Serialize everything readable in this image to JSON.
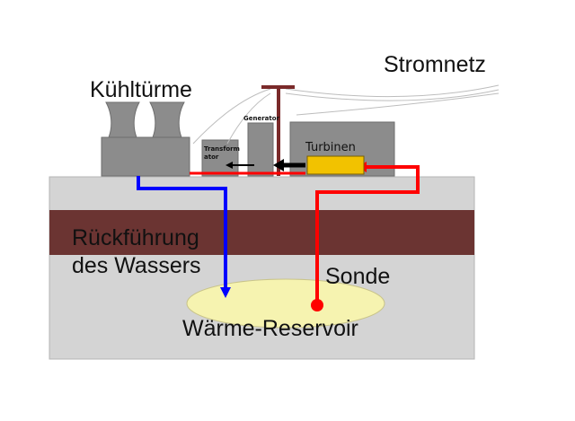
{
  "labels": {
    "stromnetz": "Stromnetz",
    "kuehltuerme": "Kühltürme",
    "generator": "Generator",
    "transformator_line1": "Transform",
    "transformator_line2": "ator",
    "turbinen": "Turbinen",
    "rueckfuehrung_line1": "Rückführung",
    "rueckfuehrung_line2": "des Wassers",
    "sonde": "Sonde",
    "reservoir": "Wärme-Reservoir"
  },
  "colors": {
    "ground": "#d4d4d4",
    "rock_layer": "#6b3432",
    "building": "#8c8c8c",
    "reservoir": "#f6f3b0",
    "hot_water": "#ff0000",
    "cold_water": "#0000ff",
    "turbine": "#f2c200",
    "pole": "#7a2a2a"
  }
}
